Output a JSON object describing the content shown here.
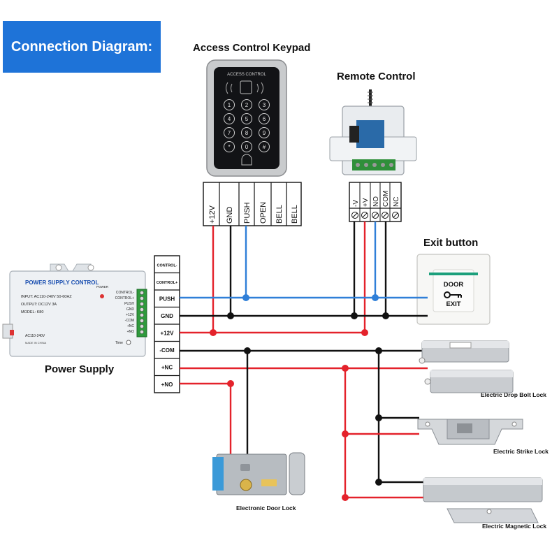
{
  "banner": "Connection Diagram:",
  "keypad": {
    "caption": "Access Control Keypad",
    "brand": "ACCESS CONTROL",
    "keys": [
      "1",
      "2",
      "3",
      "4",
      "5",
      "6",
      "7",
      "8",
      "9",
      "*",
      "0",
      "#"
    ],
    "terminals": [
      "+12V",
      "GND",
      "PUSH",
      "OPEN",
      "BELL",
      "BELL"
    ]
  },
  "remote": {
    "caption": "Remote Control",
    "terminals": [
      "-V",
      "+V",
      "NO",
      "COM",
      "NC"
    ]
  },
  "exit_button": {
    "caption": "Exit button",
    "line1": "DOOR",
    "line2": "EXIT"
  },
  "power_supply": {
    "caption": "Power Supply",
    "title": "POWER SUPPLY CONTROL",
    "input": "INPUT: AC110-240V  50-60HZ",
    "output": "OUTPUT: DC12V  3A",
    "model": "MODEL: K80",
    "ac": "AC110-240V",
    "made": "MADE IN CHINA",
    "power_label": "POWER",
    "time_label": "Time",
    "side_labels": [
      "CONTROL-",
      "CONTROL+",
      "PUSH",
      "GND",
      "+12V",
      "-COM",
      "+NC",
      "+NO"
    ]
  },
  "terminal_block": [
    "CONTROL-",
    "CONTROL+",
    "PUSH",
    "GND",
    "+12V",
    "-COM",
    "+NC",
    "+NO"
  ],
  "locks": {
    "drop_bolt": "Electric Drop Bolt Lock",
    "strike": "Electric Strike Lock",
    "door": "Electronic Door Lock",
    "magnetic": "Electric Magnetic Lock"
  },
  "colors": {
    "red_wire": "#e4222b",
    "blue_wire": "#2f7fd8",
    "black_wire": "#111111",
    "banner": "#1e73d8"
  }
}
